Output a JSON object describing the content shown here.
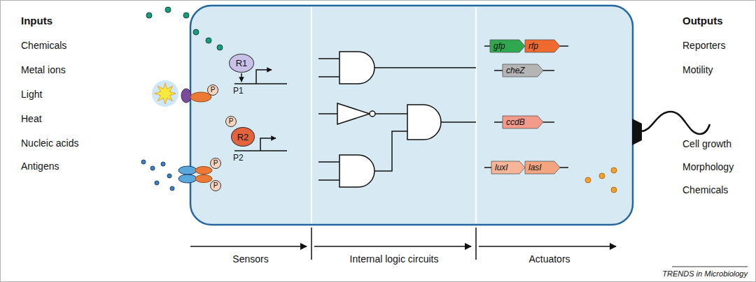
{
  "diagram": {
    "nodes": [
      {
        "text": [
          "R1"
        ]
      },
      {
        "text": [
          "P"
        ]
      },
      {
        "text": [
          "R2"
        ]
      },
      {
        "text": [
          "P"
        ]
      },
      {
        "text": [
          "P"
        ]
      },
      {
        "text": [
          "P"
        ]
      },
      {
        "text": [
          "gfp"
        ]
      },
      {
        "text": [
          "rfp"
        ]
      },
      {
        "text": [
          "cheZ"
        ]
      },
      {
        "text": [
          "ccdB"
        ]
      },
      {
        "text": [
          "luxI"
        ]
      },
      {
        "text": [
          "lasI"
        ]
      }
    ],
    "labels": [
      "Inputs",
      "Chemicals",
      "Metal ions",
      "Light",
      "Heat",
      "Nucleic acids",
      "Antigens",
      "Outputs",
      "Reporters",
      "Motility",
      "Cell growth",
      "Morphology",
      "Chemicals",
      "P1",
      "P2",
      "Sensors",
      "Internal logic circuits",
      "Actuators",
      "TRENDS in Microbiology"
    ]
  }
}
